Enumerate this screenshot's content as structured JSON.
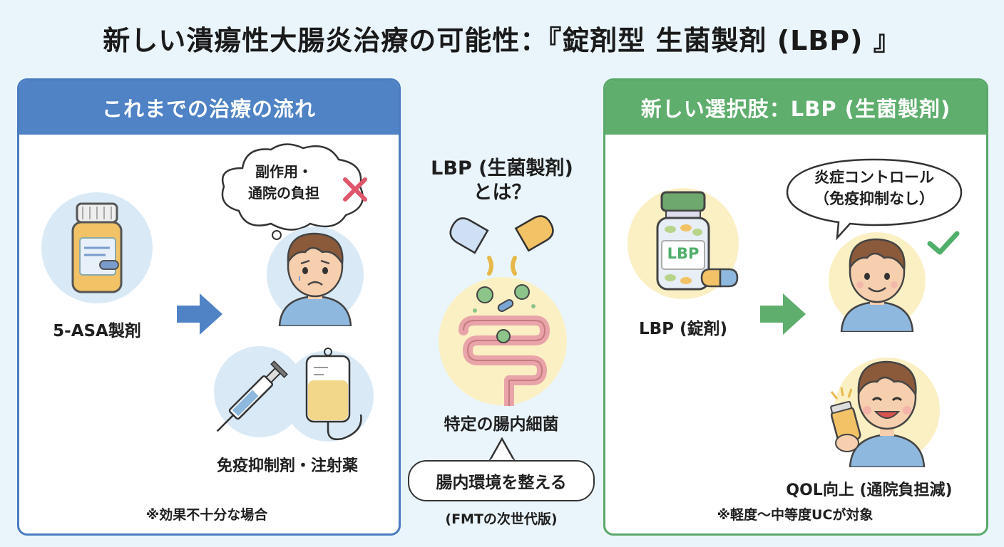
{
  "title": "新しい潰瘍性大腸炎治療の可能性：『錠剤型 生菌製剤 (LBP) 』",
  "left_panel": {
    "header": "これまでの治療の流れ",
    "drug_label": "5-ASA製剤",
    "thought_bubble": {
      "line1": "副作用・",
      "line2": "通院の負担"
    },
    "second_line_label": "免疫抑制剤・注射薬",
    "footnote": "※効果不十分な場合"
  },
  "center": {
    "question_line1": "LBP (生菌製剤)",
    "question_line2": "とは？",
    "bacteria_label": "特定の腸内細菌",
    "speech_bubble": "腸内環境を整える",
    "footnote": "(FMTの次世代版)"
  },
  "right_panel": {
    "header": "新しい選択肢：LBP (生菌製剤)",
    "bottle_text": "LBP",
    "drug_label": "LBP (錠剤)",
    "speech_bubble": {
      "line1": "炎症コントロール",
      "line2": "（免疫抑制なし）"
    },
    "qol_label": "QOL向上 (通院負担減)",
    "footnote": "※軽度～中等度UCが対象"
  },
  "colors": {
    "background": "#eaf5fb",
    "left_accent": "#4f83c5",
    "right_accent": "#5fae6e",
    "cross": "#e0566a",
    "check": "#4fae6a"
  },
  "icons": [
    "pill-bottle-icon",
    "arrow-right-icon",
    "worried-person-icon",
    "cross-icon",
    "syringe-icon",
    "iv-bag-icon",
    "capsule-icon",
    "bacteria-icon",
    "intestine-icon",
    "lbp-bottle-icon",
    "calm-person-icon",
    "check-icon",
    "happy-person-icon"
  ]
}
